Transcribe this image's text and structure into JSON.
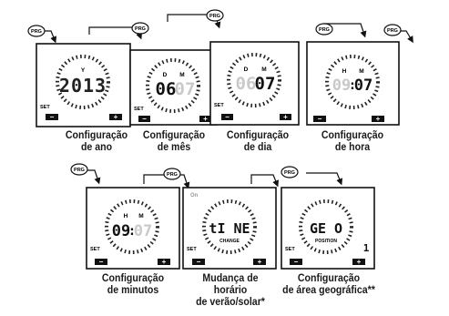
{
  "buttons": {
    "prg": "PRG",
    "minus": "−",
    "plus": "+"
  },
  "common": {
    "set": "SET"
  },
  "screens": [
    {
      "label_1": "Configuração",
      "label_2": "de ano",
      "indicator": "Y",
      "digits": "2013"
    },
    {
      "label_1": "Configuração",
      "label_2": "de mês",
      "indicator_left": "D",
      "indicator_right": "M",
      "digits_left": "06",
      "digits_right": "07"
    },
    {
      "label_1": "Configuração",
      "label_2": "de dia",
      "indicator_left": "D",
      "indicator_right": "M",
      "digits_left": "06",
      "digits_right": "07"
    },
    {
      "label_1": "Configuração",
      "label_2": "de hora",
      "indicator_left": "H",
      "indicator_right": "M",
      "digits_left": "09",
      "colon": ":",
      "digits_right": "07"
    },
    {
      "label_1": "Configuração",
      "label_2": "de minutos",
      "indicator_left": "H",
      "indicator_right": "M",
      "digits_left": "09",
      "colon": ":",
      "digits_right": "07"
    },
    {
      "label_1": "Mudança de",
      "label_2": "horário",
      "label_3": "de verão/solar*",
      "status": "On",
      "digits": "tI NE",
      "caption": "CHANGE"
    },
    {
      "label_1": "Configuração",
      "label_2": "de área geográfica**",
      "digits": "GE O",
      "caption": "POSITION",
      "side_digit": "1"
    }
  ]
}
